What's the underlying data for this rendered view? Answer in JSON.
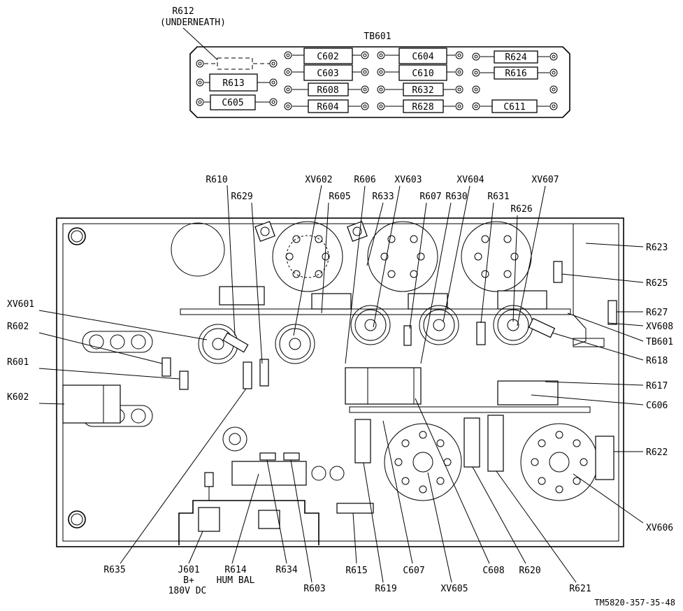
{
  "terminal_board": {
    "title": "TB601",
    "underneath_ref": "R612",
    "underneath_note": "(UNDERNEATH)",
    "components": [
      "R613",
      "C605",
      "C602",
      "C603",
      "R608",
      "R604",
      "C604",
      "C610",
      "R632",
      "R628",
      "R624",
      "R616",
      "C611"
    ]
  },
  "callouts": {
    "top": [
      "R610",
      "R629",
      "XV602",
      "R605",
      "R606",
      "R633",
      "XV603",
      "R607",
      "R630",
      "XV604",
      "R631",
      "R626",
      "XV607"
    ],
    "left": [
      "XV601",
      "R602",
      "R601",
      "K602"
    ],
    "right": [
      "R623",
      "R625",
      "R627",
      "XV608",
      "TB601",
      "R618",
      "R617",
      "C606",
      "R622",
      "XV606"
    ],
    "bottom": [
      "R635",
      "R634",
      "R603",
      "R615",
      "R619",
      "C607",
      "XV605",
      "C608",
      "R620",
      "R621"
    ],
    "j601": [
      "J601",
      "B+",
      "180V DC"
    ],
    "r614": [
      "R614",
      "HUM BAL"
    ]
  },
  "figure_id": "TM5820-357-35-48"
}
